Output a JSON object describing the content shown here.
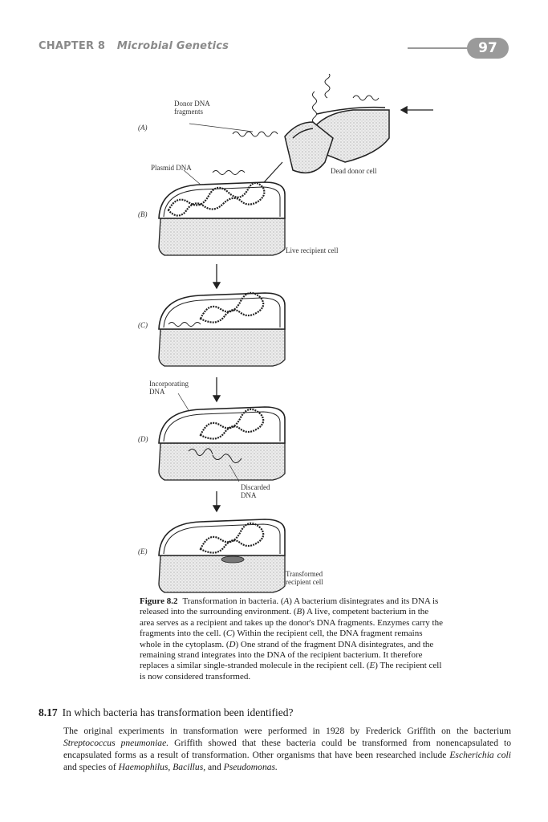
{
  "header": {
    "chapter_number": "CHAPTER 8",
    "chapter_title": "Microbial Genetics",
    "page_number": "97"
  },
  "figure": {
    "labels": {
      "donor_dna": "Donor DNA\nfragments",
      "plasmid_dna": "Plasmid DNA",
      "dead_donor_cell": "Dead donor cell",
      "live_recipient_cell": "Live recipient cell",
      "incorporating_dna": "Incorporating\nDNA",
      "discarded_dna": "Discarded\nDNA",
      "transformed_cell": "Transformed\nrecipient cell"
    },
    "panels": [
      "(A)",
      "(B)",
      "(C)",
      "(D)",
      "(E)"
    ]
  },
  "caption": {
    "figure_number": "Figure 8.2",
    "text_1": "Transformation in bacteria. (",
    "a": "A",
    "text_2": ") A bacterium disintegrates and its DNA is released into the surrounding environment. (",
    "b": "B",
    "text_3": ") A live, competent bacterium in the area serves as a recipient and takes up the donor's DNA fragments. Enzymes carry the fragments into the cell. (",
    "c": "C",
    "text_4": ") Within the recipient cell, the DNA fragment remains whole in the cytoplasm. (",
    "d": "D",
    "text_5": ") One strand of the fragment DNA disintegrates, and the remaining strand integrates into the DNA of the recipient bacterium. It therefore replaces a similar single-stranded molecule in the recipient cell. (",
    "e": "E",
    "text_6": ") The recipient cell is now considered transformed."
  },
  "question": {
    "number": "8.17",
    "text": "In which bacteria has transformation been identified?"
  },
  "answer": {
    "p1": "The original experiments in transformation were performed in 1928 by Frederick Griffith on the bacterium ",
    "organism1": "Streptococcus pneumoniae.",
    "p2": " Griffith showed that these bacteria could be transformed from nonencapsulated to encapsulated forms as a result of transformation. Other organisms that have been researched include ",
    "organism2": "Escherichia coli",
    "p3": " and species of ",
    "organism3": "Haemophilus, Bacillus,",
    "p4": " and ",
    "organism4": "Pseudomonas."
  }
}
